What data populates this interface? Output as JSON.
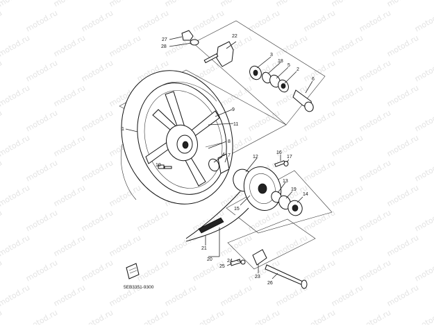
{
  "watermark": {
    "text": "motod.ru"
  },
  "diagram_code": "5EB3351-9300",
  "callouts": [
    {
      "id": "c1",
      "label": "1"
    },
    {
      "id": "c2",
      "label": "2"
    },
    {
      "id": "c3",
      "label": "3"
    },
    {
      "id": "c4",
      "label": "4"
    },
    {
      "id": "c5",
      "label": "5"
    },
    {
      "id": "c6",
      "label": "6"
    },
    {
      "id": "c7",
      "label": "7"
    },
    {
      "id": "c8",
      "label": "8"
    },
    {
      "id": "c9",
      "label": "9"
    },
    {
      "id": "c10",
      "label": "10"
    },
    {
      "id": "c11",
      "label": "11"
    },
    {
      "id": "c12",
      "label": "12"
    },
    {
      "id": "c13",
      "label": "13"
    },
    {
      "id": "c14",
      "label": "14"
    },
    {
      "id": "c15",
      "label": "15"
    },
    {
      "id": "c16",
      "label": "16"
    },
    {
      "id": "c17",
      "label": "17"
    },
    {
      "id": "c18",
      "label": "18"
    },
    {
      "id": "c19",
      "label": "19"
    },
    {
      "id": "c20",
      "label": "20"
    },
    {
      "id": "c21",
      "label": "21"
    },
    {
      "id": "c22",
      "label": "22"
    },
    {
      "id": "c23",
      "label": "23"
    },
    {
      "id": "c24",
      "label": "24"
    },
    {
      "id": "c25",
      "label": "25"
    },
    {
      "id": "c26",
      "label": "26"
    },
    {
      "id": "c27",
      "label": "27"
    },
    {
      "id": "c28",
      "label": "28"
    }
  ]
}
